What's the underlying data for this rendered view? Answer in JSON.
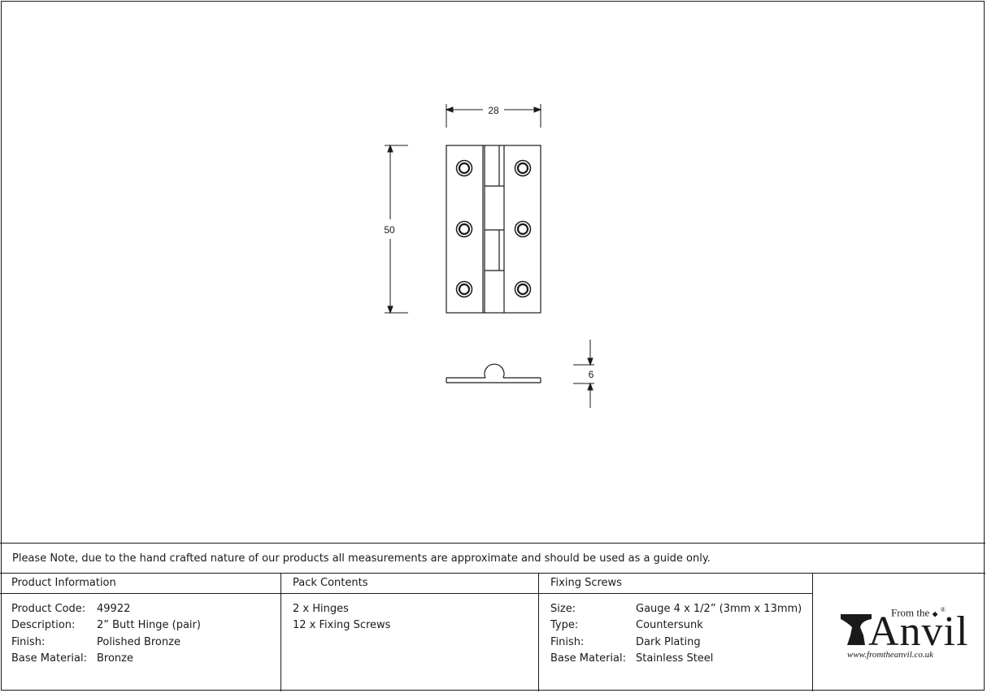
{
  "drawing": {
    "dim_width": "28",
    "dim_height": "50",
    "dim_thickness": "6"
  },
  "note": "Please Note, due to the hand crafted nature of our products all measurements are approximate and should be used as a guide only.",
  "product_info": {
    "heading": "Product Information",
    "rows": [
      {
        "label": "Product Code:",
        "value": "49922"
      },
      {
        "label": "Description:",
        "value": "2” Butt Hinge (pair)"
      },
      {
        "label": "Finish:",
        "value": "Polished Bronze"
      },
      {
        "label": "Base Material:",
        "value": "Bronze"
      }
    ]
  },
  "pack_contents": {
    "heading": "Pack Contents",
    "items": [
      "2 x Hinges",
      "12 x Fixing Screws"
    ]
  },
  "fixing_screws": {
    "heading": "Fixing Screws",
    "rows": [
      {
        "label": "Size:",
        "value": "Gauge 4 x 1/2” (3mm x 13mm)"
      },
      {
        "label": "Type:",
        "value": "Countersunk"
      },
      {
        "label": "Finish:",
        "value": "Dark Plating"
      },
      {
        "label": "Base Material:",
        "value": "Stainless Steel"
      }
    ]
  },
  "logo": {
    "from_the": "From the",
    "brand": "Anvil",
    "registered": "®",
    "url": "www.fromtheanvil.co.uk"
  }
}
